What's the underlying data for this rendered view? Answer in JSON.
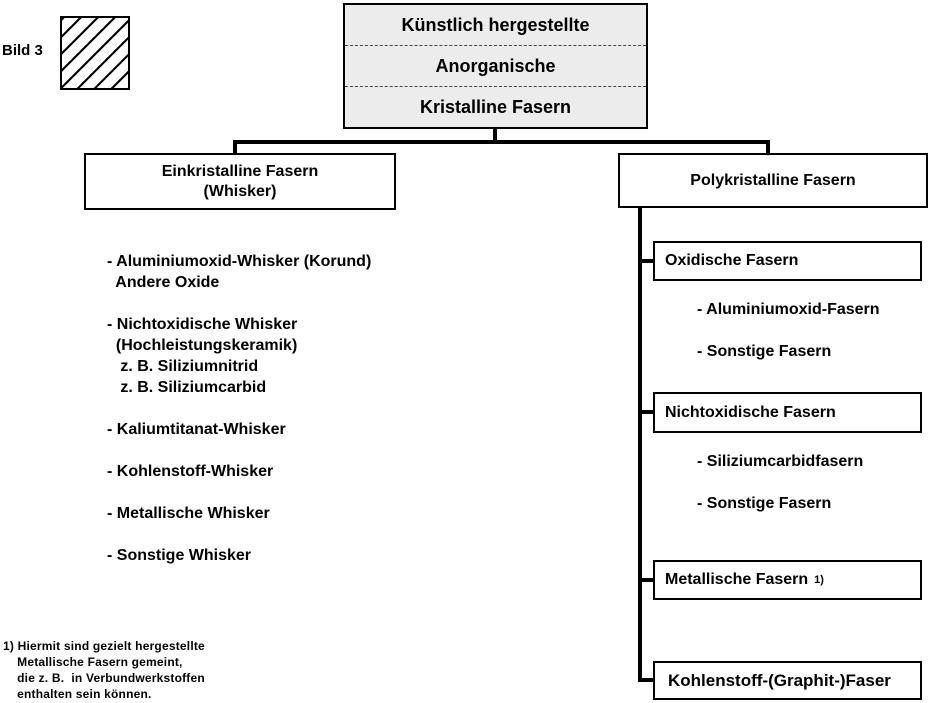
{
  "figure_label": "Bild 3",
  "root_box": {
    "lines": [
      "Künstlich hergestellte",
      "Anorganische",
      "Kristalline Fasern"
    ]
  },
  "left_branch": {
    "title_line1": "Einkristalline Fasern",
    "title_line2": "(Whisker)",
    "items": [
      "- Aluminiumoxid-Whisker (Korund)",
      "  Andere Oxide",
      "",
      "- Nichtoxidische Whisker",
      "  (Hochleistungskeramik)",
      "   z. B. Siliziumnitrid",
      "   z. B. Siliziumcarbid",
      "",
      "- Kaliumtitanat-Whisker",
      "",
      "- Kohlenstoff-Whisker",
      "",
      "- Metallische Whisker",
      "",
      "- Sonstige Whisker"
    ]
  },
  "right_branch": {
    "title": "Polykristalline Fasern",
    "groups": [
      {
        "title": "Oxidische Fasern",
        "items": [
          "- Aluminiumoxid-Fasern",
          "- Sonstige Fasern"
        ]
      },
      {
        "title": "Nichtoxidische Fasern",
        "items": [
          "- Siliziumcarbidfasern",
          "- Sonstige Fasern"
        ]
      },
      {
        "title": "Metallische Fasern",
        "footnote_ref": "1)",
        "items": []
      },
      {
        "title": "Kohlenstoff-(Graphit-)Faser",
        "items": []
      }
    ]
  },
  "footnote": {
    "lines": [
      "1) Hiermit sind gezielt hergestellte",
      "    Metallische Fasern gemeint,",
      "    die z. B.  in Verbundwerkstoffen",
      "    enthalten sein können."
    ]
  },
  "colors": {
    "background": "#ffffff",
    "root_box_fill": "#ececec",
    "line_color": "#000000",
    "text_color": "#000000"
  }
}
